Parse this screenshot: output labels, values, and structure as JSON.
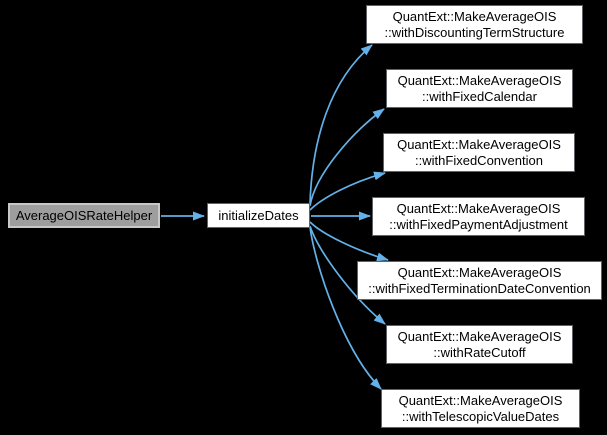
{
  "diagram": {
    "type": "call-graph",
    "colors": {
      "background": "#000000",
      "edge": "#63b1e8",
      "node_fill": "#ffffff",
      "node_border": "#5f6368",
      "caller_fill": "#9e9e9e",
      "caller_border": "#c8c8c8",
      "text": "#000000"
    },
    "caller": {
      "label": "AverageOISRateHelper"
    },
    "function": {
      "label": "initializeDates"
    },
    "callees": [
      {
        "line1": "QuantExt::MakeAverageOIS",
        "line2": "::withDiscountingTermStructure"
      },
      {
        "line1": "QuantExt::MakeAverageOIS",
        "line2": "::withFixedCalendar"
      },
      {
        "line1": "QuantExt::MakeAverageOIS",
        "line2": "::withFixedConvention"
      },
      {
        "line1": "QuantExt::MakeAverageOIS",
        "line2": "::withFixedPaymentAdjustment"
      },
      {
        "line1": "QuantExt::MakeAverageOIS",
        "line2": "::withFixedTerminationDateConvention"
      },
      {
        "line1": "QuantExt::MakeAverageOIS",
        "line2": "::withRateCutoff"
      },
      {
        "line1": "QuantExt::MakeAverageOIS",
        "line2": "::withTelescopicValueDates"
      }
    ]
  }
}
